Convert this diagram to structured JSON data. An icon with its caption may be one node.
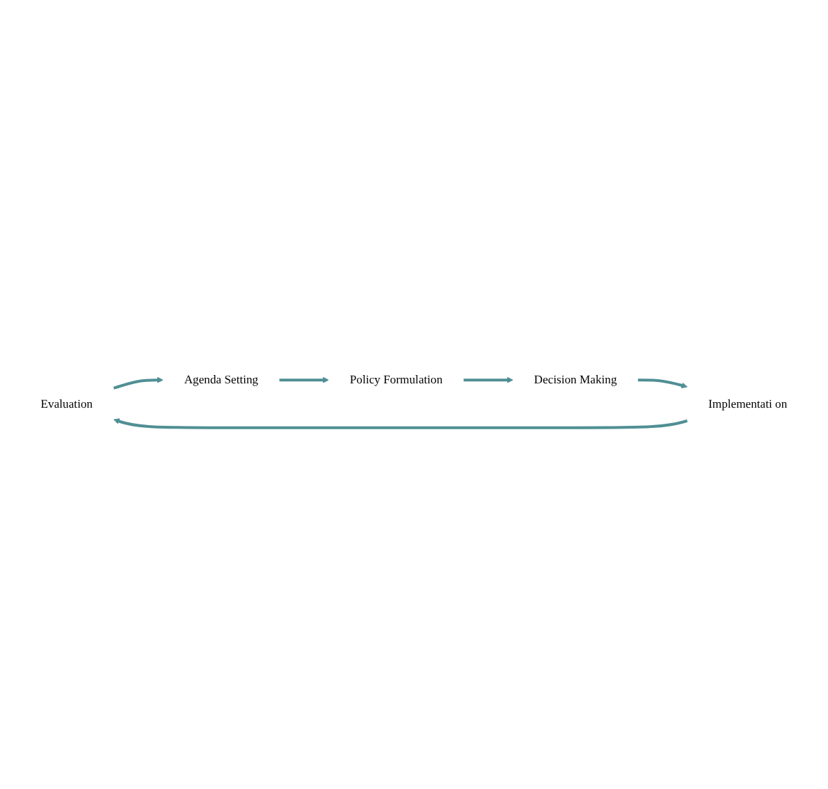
{
  "diagram": {
    "nodes": [
      {
        "text": [
          "Evaluation"
        ]
      },
      {
        "text": [
          "Agenda Setting"
        ]
      },
      {
        "text": [
          "Policy Formulation"
        ]
      },
      {
        "text": [
          "Decision Making"
        ]
      },
      {
        "text": [
          "Implementati on"
        ]
      }
    ],
    "edges": [
      {
        "from": 0,
        "to": 1,
        "arrow": "to"
      },
      {
        "from": 1,
        "to": 2,
        "arrow": "to"
      },
      {
        "from": 2,
        "to": 3,
        "arrow": "to"
      },
      {
        "from": 3,
        "to": 4,
        "arrow": "to"
      },
      {
        "from": 4,
        "to": 0,
        "arrow": "to"
      }
    ]
  }
}
